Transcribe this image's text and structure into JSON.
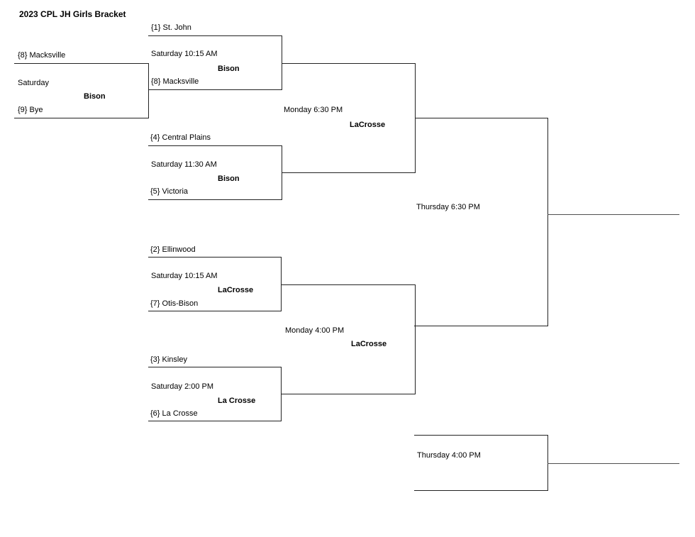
{
  "title": "2023 CPL JH Girls Bracket",
  "bracket": {
    "play_in": {
      "top_team": "{8} Macksville",
      "schedule": "Saturday",
      "venue": "Bison",
      "bottom_team": "{9} Bye"
    },
    "round1": [
      {
        "top_team": "{1} St. John",
        "schedule": "Saturday 10:15 AM",
        "venue": "Bison",
        "bottom_team": "{8} Macksville"
      },
      {
        "top_team": "{4} Central Plains",
        "schedule": "Saturday 11:30 AM",
        "venue": "Bison",
        "bottom_team": "{5} Victoria"
      },
      {
        "top_team": "{2} Ellinwood",
        "schedule": "Saturday 10:15 AM",
        "venue": "LaCrosse",
        "bottom_team": "{7} Otis-Bison"
      },
      {
        "top_team": "{3} Kinsley",
        "schedule": "Saturday 2:00 PM",
        "venue": "La Crosse",
        "bottom_team": "{6} La Crosse"
      }
    ],
    "semifinals": [
      {
        "schedule": "Monday 6:30 PM",
        "venue": "LaCrosse"
      },
      {
        "schedule": "Monday 4:00 PM",
        "venue": "LaCrosse"
      }
    ],
    "championship": {
      "schedule": "Thursday 6:30 PM"
    },
    "third_place": {
      "schedule": "Thursday 4:00 PM"
    }
  },
  "colors": {
    "line_color": "#222222",
    "winner_line_color": "#4f4f4f",
    "text_color": "#000000",
    "background_color": "#ffffff"
  }
}
